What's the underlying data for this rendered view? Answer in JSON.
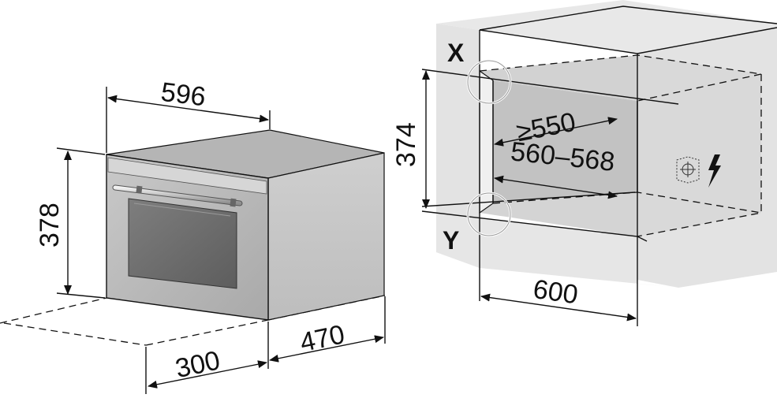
{
  "oven": {
    "width": "596",
    "height": "378",
    "depth": "470",
    "front_clearance": "300"
  },
  "niche": {
    "width": "600",
    "height": "374",
    "depth_min": "≥550",
    "depth_range": "560–568",
    "marker_top": "X",
    "marker_bottom": "Y"
  },
  "icons": [
    "power-connection-icon"
  ]
}
